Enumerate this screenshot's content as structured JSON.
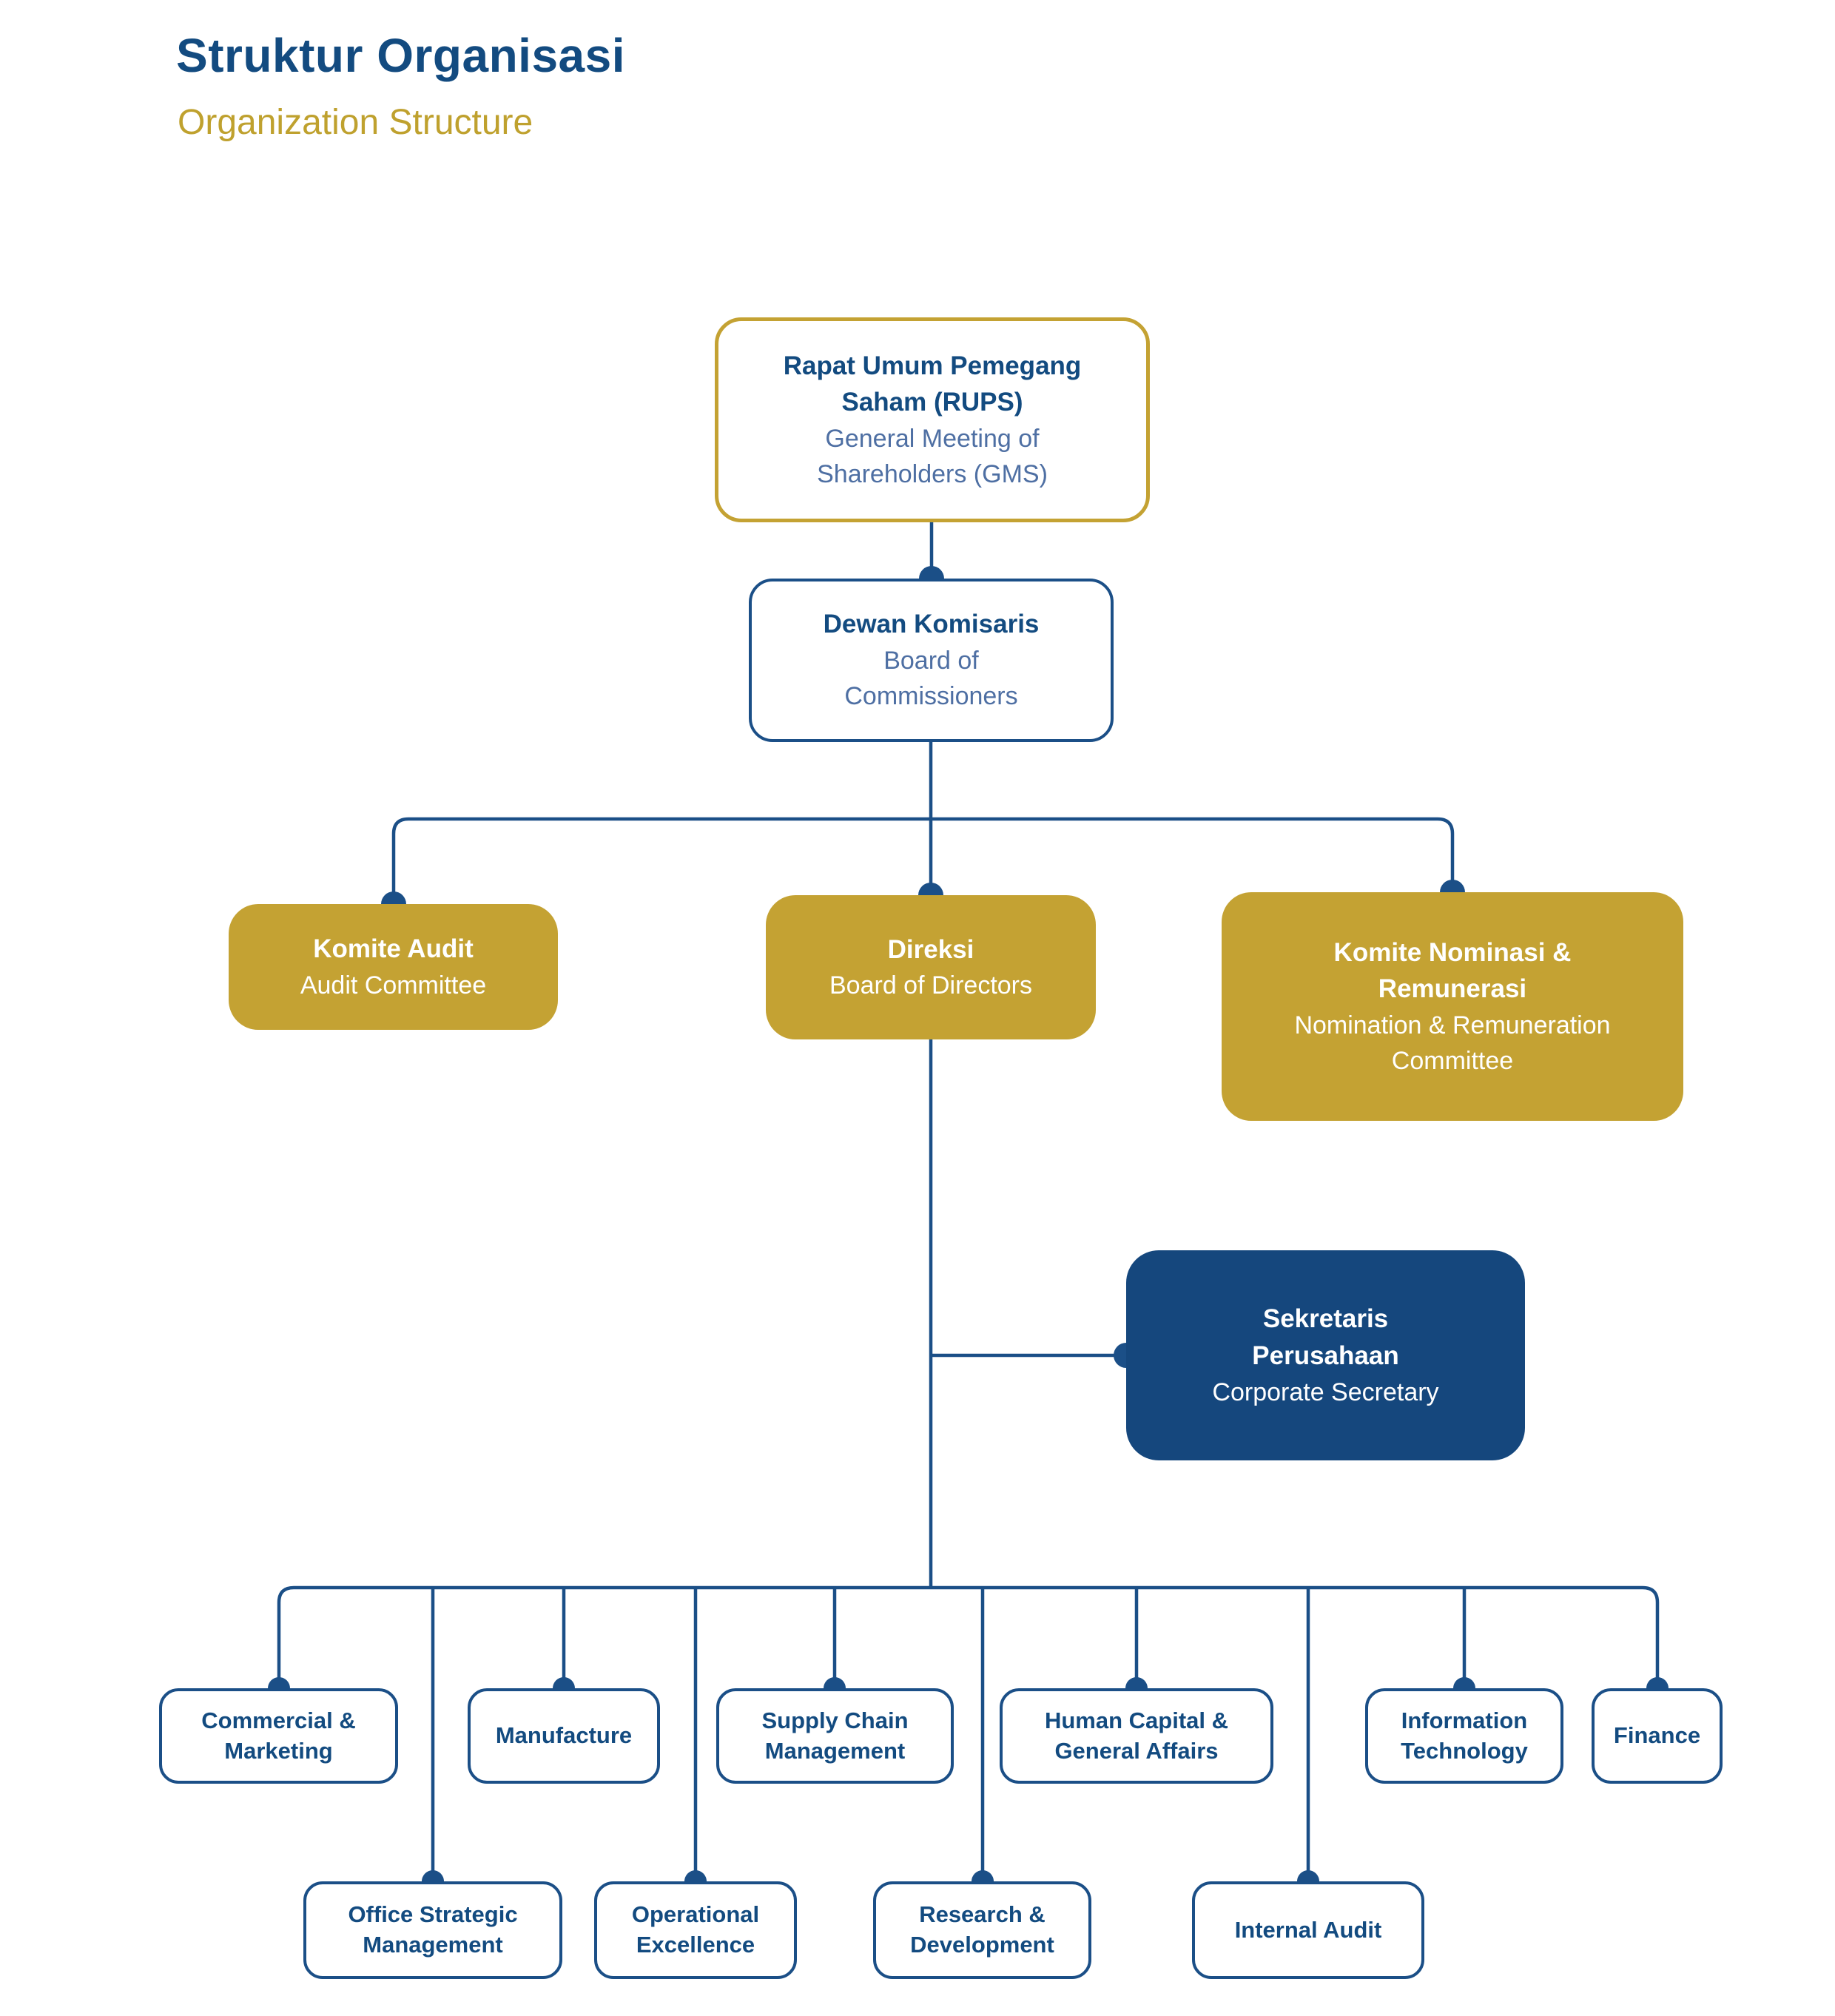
{
  "page": {
    "title": "Struktur Organisasi",
    "subtitle": "Organization Structure"
  },
  "nodes": {
    "rups": {
      "title": "Rapat Umum Pemegang\nSaham (RUPS)",
      "subtitle": "General Meeting of\nShareholders (GMS)"
    },
    "dewan_komisaris": {
      "title": "Dewan Komisaris",
      "subtitle": "Board of\nCommissioners"
    },
    "komite_audit": {
      "title": "Komite Audit",
      "subtitle": "Audit Committee"
    },
    "direksi": {
      "title": "Direksi",
      "subtitle": "Board of Directors"
    },
    "komite_nominasi_remunerasi": {
      "title": "Komite Nominasi &\nRemunerasi",
      "subtitle": "Nomination & Remuneration\nCommittee"
    },
    "sekretaris_perusahaan": {
      "title": "Sekretaris\nPerusahaan",
      "subtitle": "Corporate Secretary"
    }
  },
  "departments": {
    "row1": [
      "Commercial &\nMarketing",
      "Manufacture",
      "Supply Chain\nManagement",
      "Human Capital &\nGeneral Affairs",
      "Information\nTechnology",
      "Finance"
    ],
    "row2": [
      "Office Strategic\nManagement",
      "Operational\nExcellence",
      "Research &\nDevelopment",
      "Internal Audit"
    ]
  },
  "colors": {
    "primary_blue": "#134b80",
    "secondary_blue": "#4e6fa3",
    "gold": "#c4a233",
    "navy": "#15477d",
    "line_blue": "#1b4f87",
    "background": "#ffffff"
  }
}
